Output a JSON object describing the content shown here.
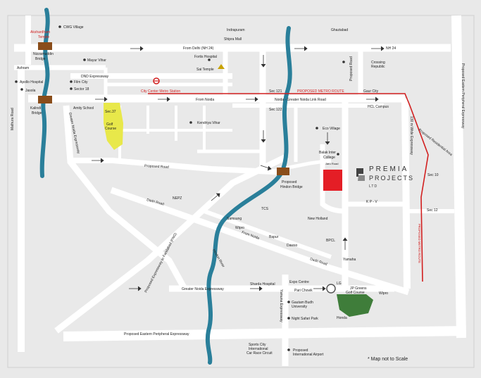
{
  "title": "",
  "colors": {
    "background": "#e9e9e9",
    "road": "#ffffff",
    "river": "#2a7f9a",
    "metro_route": "#d21f1f",
    "project_site": "#e41e26",
    "golf_green": "#3f7d3a",
    "golf_yellow": "#e8e84a"
  },
  "places": {
    "cwg_village": "CWG Village",
    "indrapuram": "Indrapuram",
    "ghaziabad": "Ghaziabad",
    "akshardham_1": "Akshardham",
    "akshardham_2": "Temple",
    "shipra_mall": "Shipra Mall",
    "nizamuddin_1": "Nizzamuddin",
    "nizamuddin_2": "Bridge",
    "from_delhi": "From Delhi (NH 24)",
    "nh24": "NH 24",
    "ashram": "Ashram",
    "mayur_vihar": "Mayur Vihar",
    "fortis": "Fortis Hospital",
    "crossing_1": "Crossing",
    "crossing_2": "Republic",
    "sai_temple": "Sai Temple",
    "dnd": "DND Expressway",
    "apollo": "Apollo Hospital",
    "film_city": "Film City",
    "jasola": "Jasola",
    "sector18": "Sector 18",
    "city_center": "City Center Metro Station",
    "sec121": "Sec 121",
    "proposed_metro_route": "PROPOSED METRO ROUTE",
    "gaur_city": "Gaur City",
    "kalindi_1": "Kalindi",
    "kalindi_2": "Bridge",
    "amity": "Amity School",
    "from_noida": "From Noida",
    "nglr": "Noida - Greater Noida Link Road",
    "hcl": "HCL Campus",
    "mathura_road": "Mathura Road",
    "sec37": "Sec.37",
    "golf_course_1": "Golf",
    "golf_course_2": "Course",
    "sec122": "Sec 122",
    "kendriya_vihar": "Kendriya Vihar",
    "eco_village": "Eco Village",
    "proposed_road_v": "Proposed Road",
    "balak_1": "Balak Inter",
    "balak_2": "College",
    "jaru_road": "Jaru Road",
    "proposed_road": "Proposed Road",
    "hindon_bridge_1": "Proposed",
    "hindon_bridge_2": "Hindon Bridge",
    "gnx_vertical": "Greater Noida Expressway",
    "road_130m": "130 m Wide Expressway",
    "proposed_residential": "Proposed Residential Area",
    "sec10": "Sec 10",
    "epe_right": "Proposed Eastern Peripheral Expressway",
    "nepz": "NEPZ",
    "dadri_road": "Dadri Road",
    "tcs": "TCS",
    "kpv": "K P - V",
    "sec12": "Sec 12",
    "samsung": "Samsung",
    "wipro": "Wipro",
    "new_holland": "New Holland",
    "proposed_metro_route_v": "PROPOSED METRO ROUTE",
    "from_noida_2": "From Noida",
    "bapur": "Bapur",
    "dawso": "Dawso",
    "bpcl": "BPCL",
    "proposed_expressway_faridabad": "Proposed Expressway to Faridabad (FNG)",
    "hindon_river": "Hindon River",
    "dadri_road_2": "Dadri Road",
    "yamaha": "Yamaha",
    "sharda": "Sharda Hospital",
    "expo": "Expo Centre",
    "lg": "LG",
    "gnx_horizontal": "Greater Noida Expressway",
    "pari_chowk": "Pari Chowk",
    "jp_greens_1": "JP Greens",
    "jp_greens_2": "Golf Course",
    "wipro_2": "Wipro",
    "yamuna_expressway": "Yamuna Expressway",
    "gautam_1": "Gautam Budh",
    "gautam_2": "University",
    "honda": "Honda",
    "night_safari": "Night Safari Park",
    "epe_bottom": "Proposed Eastern Peripheral Expressway",
    "sports_1": "Sports City",
    "sports_2": "International",
    "sports_3": "Car Race Circuit",
    "airport_1": "Proposed",
    "airport_2": "International Airport"
  },
  "logo": {
    "line1": "PREMIA",
    "line2": "PROJECTS",
    "suffix": "LTD"
  },
  "note": "* Map not to Scale"
}
